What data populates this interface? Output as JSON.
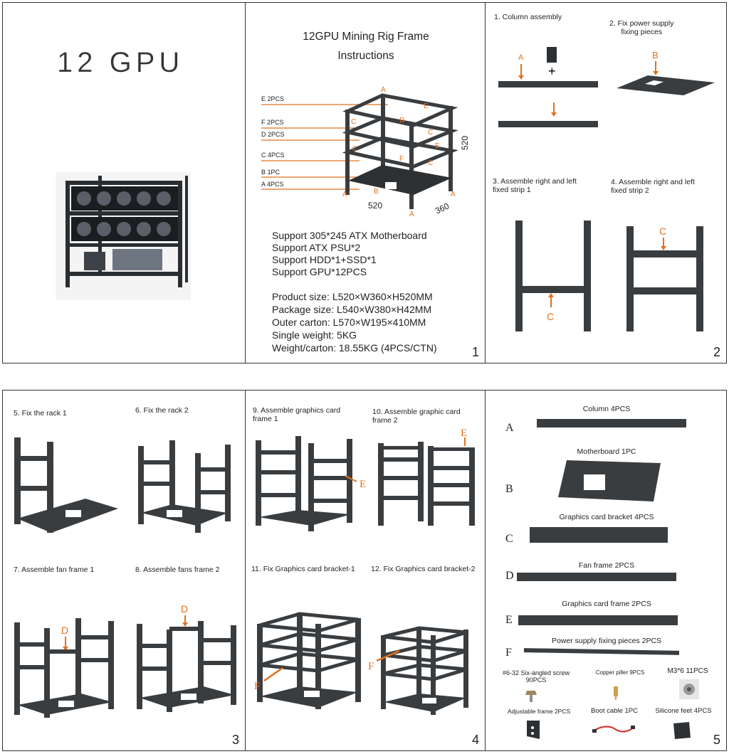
{
  "panel_cover": {
    "title": "12 GPU"
  },
  "panel_1": {
    "title_line1": "12GPU Mining Rig Frame",
    "title_line2": "Instructions",
    "callouts": [
      "E 2PCS",
      "F 2PCS",
      "D 2PCS",
      "C 4PCS",
      "B 1PC",
      "A 4PCS"
    ],
    "dim_height": "520",
    "dim_length": "520",
    "dim_width": "360",
    "support": [
      "Support 305*245 ATX Motherboard",
      "Support ATX PSU*2",
      "Support HDD*1+SSD*1",
      "Support GPU*12PCS"
    ],
    "specs": [
      "Product size: L520×W360×H520MM",
      "Package size: L540×W380×H42MM",
      "Outer carton: L570×W195×410MM",
      "Single weight: 5KG",
      "Weight/carton: 18.55KG (4PCS/CTN)"
    ],
    "page": "1"
  },
  "panel_2": {
    "step1": "1. Column assembly",
    "step2_line1": "2. Fix power supply",
    "step2_line2": "fixing pieces",
    "step3_line1": "3. Assemble right and left",
    "step3_line2": "fixed strip 1",
    "step4_line1": "4. Assemble right and left",
    "step4_line2": "fixed strip 2",
    "page": "2"
  },
  "panel_3": {
    "step5": "5. Fix the rack 1",
    "step6": "6. Fix the rack 2",
    "step7": "7. Assemble fan frame 1",
    "step8": "8. Assemble fans frame 2",
    "page": "3"
  },
  "panel_4": {
    "step9_line1": "9. Assemble graphics card",
    "step9_line2": "frame 1",
    "step10_line1": "10. Assemble graphic card",
    "step10_line2": "frame 2",
    "step11": "11. Fix Graphics card bracket-1",
    "step12": "12. Fix Graphics card bracket-2",
    "page": "4"
  },
  "panel_5": {
    "parts": [
      {
        "letter": "A",
        "name": "Column 4PCS"
      },
      {
        "letter": "B",
        "name": "Motherboard 1PC"
      },
      {
        "letter": "C",
        "name": "Graphics card bracket 4PCS"
      },
      {
        "letter": "D",
        "name": "Fan frame 2PCS"
      },
      {
        "letter": "E",
        "name": "Graphics card frame 2PCS"
      },
      {
        "letter": "F",
        "name": "Power supply fixing pieces 2PCS"
      }
    ],
    "screw_line1": "#6-32 Six-angled screw",
    "screw_line2": "90PCS",
    "copper": "Copper piller 9PCS",
    "m3": "M3*6 11PCS",
    "adjustable": "Adjustable frame 2PCS",
    "boot": "Boot cable 1PC",
    "feet": "Silicone feet 4PCS",
    "page": "5"
  },
  "colors": {
    "accent": "#e2711d",
    "frame": "#3a3d40",
    "border": "#333333"
  }
}
